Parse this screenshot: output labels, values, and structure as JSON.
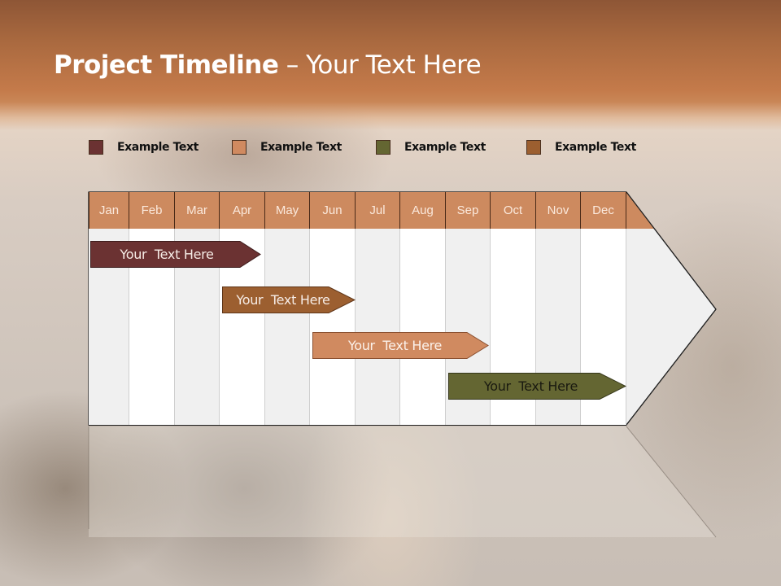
{
  "slide": {
    "title_bold": "Project Timeline",
    "title_rest": " – Your Text Here"
  },
  "legend": [
    {
      "label": "Example Text",
      "color": "#6b3232"
    },
    {
      "label": "Example Text",
      "color": "#d08a60"
    },
    {
      "label": "Example Text",
      "color": "#646632"
    },
    {
      "label": "Example Text",
      "color": "#9c5f30"
    }
  ],
  "timeline": {
    "header_color": "#cd8a5f",
    "months": [
      "Jan",
      "Feb",
      "Mar",
      "Apr",
      "May",
      "Jun",
      "Jul",
      "Aug",
      "Sep",
      "Oct",
      "Nov",
      "Dec"
    ],
    "bars": [
      {
        "label": "Your  Text Here",
        "start_month": "Jan",
        "end_month": "Apr",
        "color": "#6b3232",
        "text_color": "#f6ece6"
      },
      {
        "label": "Your  Text Here",
        "start_month": "Apr",
        "end_month": "Jun",
        "color": "#9c5f30",
        "text_color": "#f6ece6"
      },
      {
        "label": "Your  Text Here",
        "start_month": "Jun",
        "end_month": "Sep",
        "color": "#d08a60",
        "text_color": "#fbf1ea"
      },
      {
        "label": "Your  Text Here",
        "start_month": "Sep",
        "end_month": "Dec",
        "color": "#646632",
        "text_color": "#1a1a10"
      }
    ]
  }
}
